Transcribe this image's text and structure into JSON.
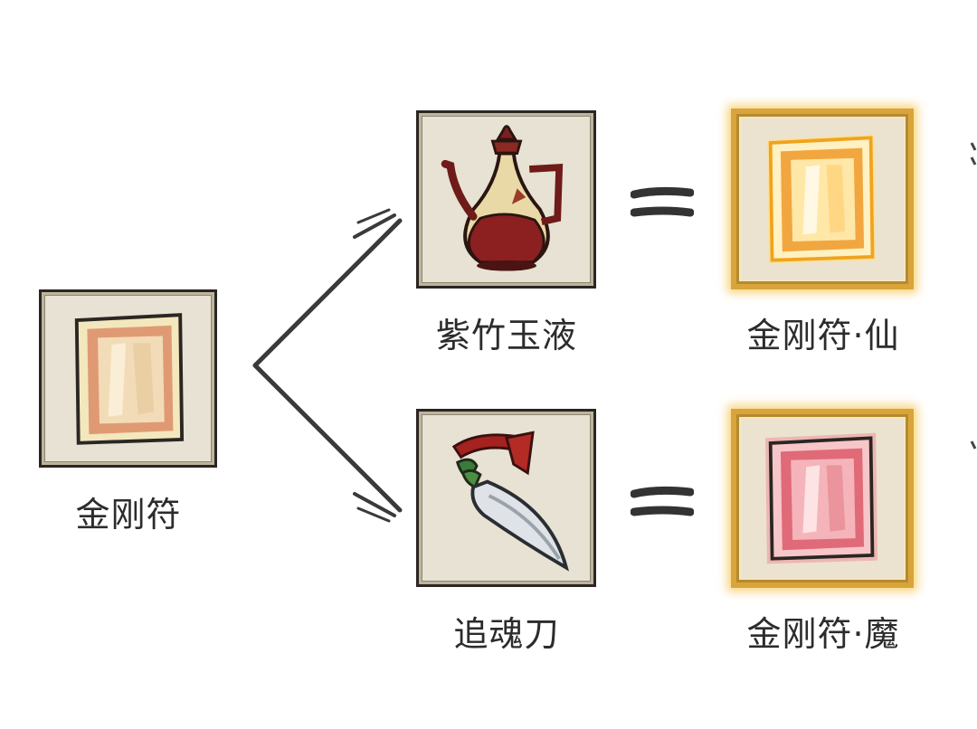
{
  "recipe": {
    "base_item": {
      "name": "金刚符",
      "icon": "paper-charm-icon"
    },
    "branches": [
      {
        "ingredient": {
          "name": "紫竹玉液",
          "icon": "wine-ewer-icon"
        },
        "operator": "=",
        "result": {
          "name": "金刚符·仙",
          "icon": "golden-paper-charm-icon",
          "glow_color": "#f6c450"
        }
      },
      {
        "ingredient": {
          "name": "追魂刀",
          "icon": "curved-dagger-icon"
        },
        "operator": "=",
        "result": {
          "name": "金刚符·魔",
          "icon": "red-paper-charm-icon",
          "glow_color": "#e0707a"
        }
      }
    ]
  }
}
